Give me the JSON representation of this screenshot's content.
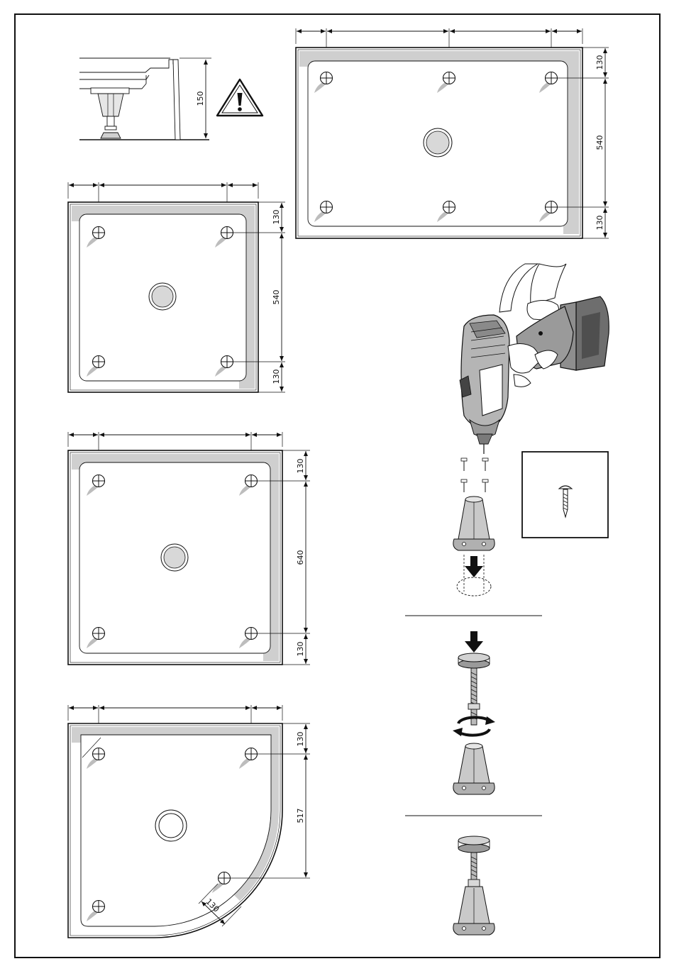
{
  "side_view": {
    "height_label": "150",
    "warning_icon": "warning-triangle-icon"
  },
  "tray_rect_top": {
    "labels": {
      "top": "130",
      "middle": "540",
      "bottom": "130"
    }
  },
  "tray_square_1": {
    "labels": {
      "top": "130",
      "middle": "540",
      "bottom": "130"
    }
  },
  "tray_square_2": {
    "labels": {
      "top": "130",
      "middle": "640",
      "bottom": "130"
    }
  },
  "tray_quadrant": {
    "labels": {
      "top": "130",
      "middle": "517",
      "arc": "130"
    }
  },
  "assembly": {
    "drill_icon": "cordless-drill-icon",
    "screw_icon": "screw-icon",
    "rotate_icon": "rotate-arrows-icon",
    "press_icon": "arrow-down-icon"
  },
  "colors": {
    "line": "#111111",
    "shade": "#cfcfcf",
    "background": "#ffffff"
  }
}
